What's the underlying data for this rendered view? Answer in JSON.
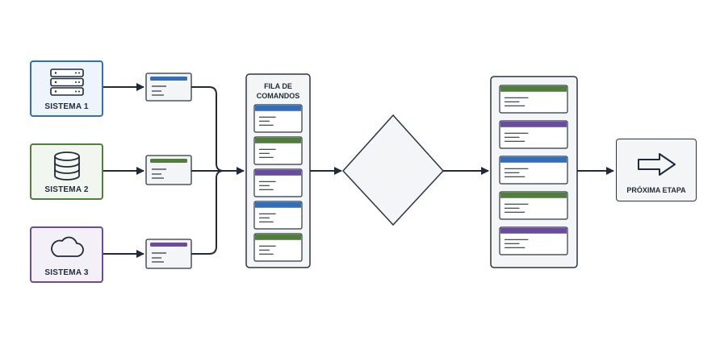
{
  "sources": [
    {
      "label": "SISTEMA 1",
      "icon": "server-icon",
      "color": "#2f6fbe"
    },
    {
      "label": "SISTEMA 2",
      "icon": "database-icon",
      "color": "#4f7f3a"
    },
    {
      "label": "SISTEMA 3",
      "icon": "cloud-icon",
      "color": "#6b4ba0"
    }
  ],
  "queue": {
    "title_line1": "FILA DE",
    "title_line2": "COMANDOS",
    "item_colors": [
      "#2f6fbe",
      "#4f7f3a",
      "#6b4ba0",
      "#2f6fbe",
      "#4f7f3a"
    ]
  },
  "output": {
    "item_colors": [
      "#4f7f3a",
      "#6b4ba0",
      "#2f6fbe",
      "#4f7f3a",
      "#6b4ba0"
    ]
  },
  "next_step": {
    "label": "PRÓXIMA ETAPA",
    "icon": "arrow-right-icon"
  },
  "decision": {
    "shape": "diamond"
  }
}
